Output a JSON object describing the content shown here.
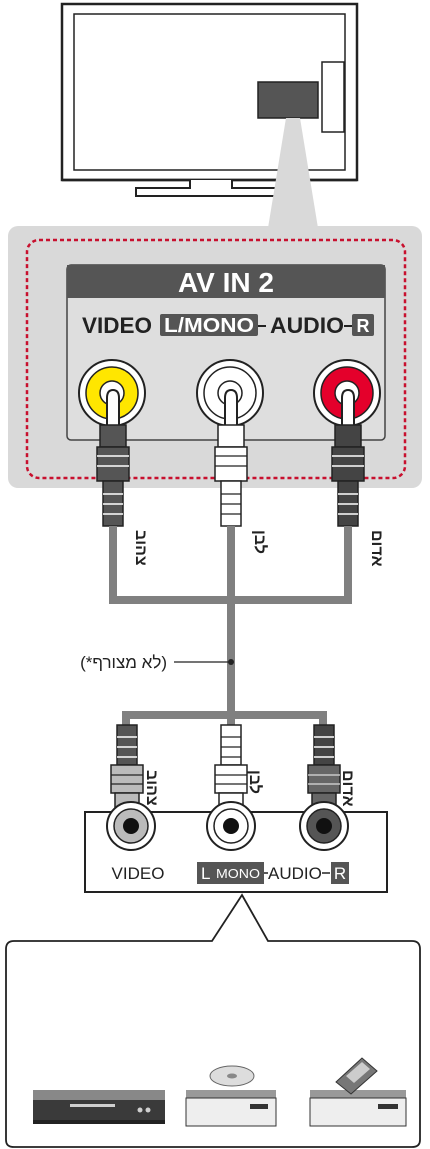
{
  "panel": {
    "title": "AV IN 2",
    "video_label": "VIDEO",
    "lmono_label": "L/MONO",
    "audio_label": "AUDIO",
    "r_label": "R"
  },
  "cable_colors_top": {
    "yellow": "צהוב",
    "white": "לבן",
    "red": "אדום"
  },
  "cable_colors_bottom": {
    "yellow": "צהוב",
    "white": "לבן",
    "red": "אדום"
  },
  "cable_note": "(*לא מצורף)",
  "device_panel": {
    "video_label": "VIDEO",
    "l_label": "L",
    "mono_label": "MONO",
    "audio_label": "AUDIO",
    "r_label": "R"
  },
  "colors": {
    "panel_bg": "#d9d9d9",
    "panel_header": "#555555",
    "dashed_border": "#c8102e",
    "jack_yellow": "#ffe600",
    "jack_red": "#e4002b",
    "cable_gray": "#808080"
  },
  "icons": [
    "tv-icon",
    "dvd-player-icon",
    "disc-player-icon",
    "vcr-icon"
  ]
}
